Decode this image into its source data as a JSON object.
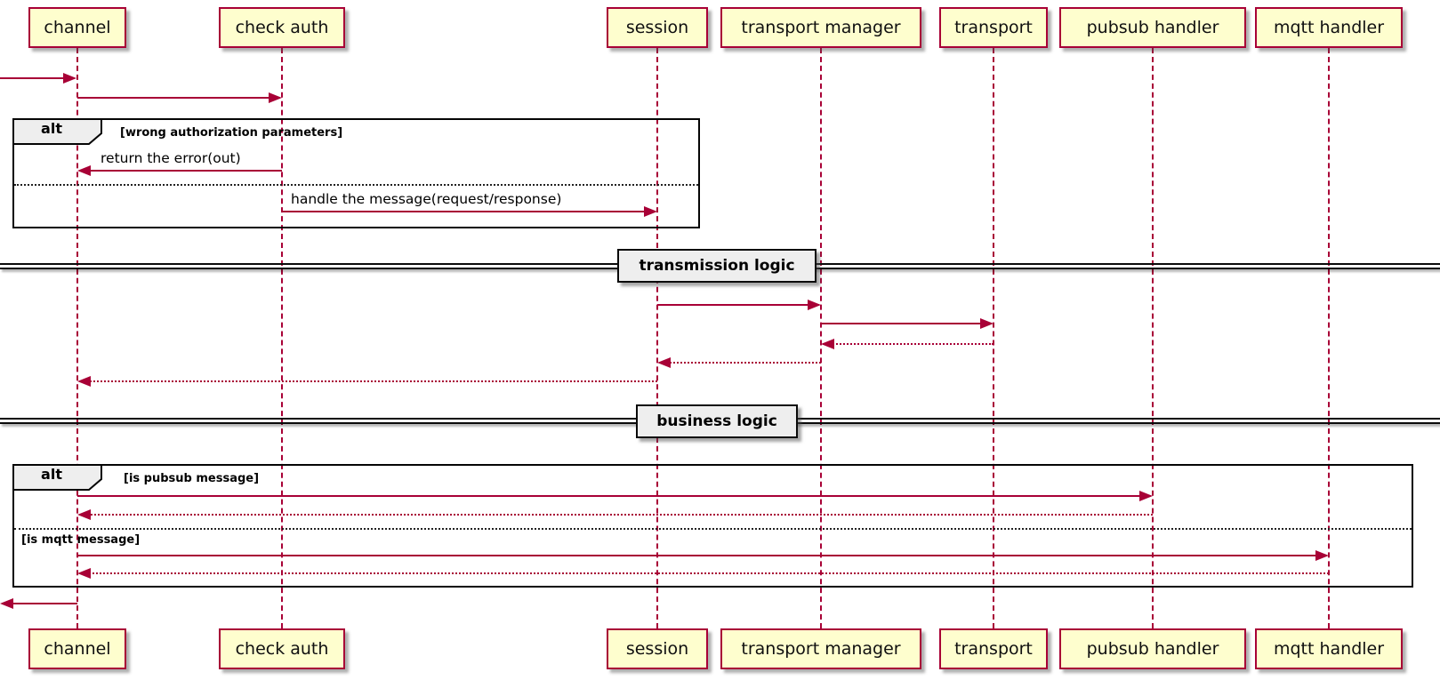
{
  "diagram": {
    "type": "sequence",
    "participants": [
      {
        "name": "channel"
      },
      {
        "name": "check auth"
      },
      {
        "name": "session"
      },
      {
        "name": "transport manager"
      },
      {
        "name": "transport"
      },
      {
        "name": "pubsub handler"
      },
      {
        "name": "mqtt handler"
      }
    ],
    "messages": [
      {
        "from": "outside-left",
        "to": "channel",
        "style": "solid"
      },
      {
        "from": "channel",
        "to": "check auth",
        "style": "solid"
      },
      {
        "from": "check auth",
        "to": "channel",
        "style": "solid",
        "label": "return the error(out)"
      },
      {
        "from": "check auth",
        "to": "session",
        "style": "solid",
        "label": "handle the message(request/response)"
      },
      {
        "from": "session",
        "to": "transport manager",
        "style": "solid"
      },
      {
        "from": "transport manager",
        "to": "transport",
        "style": "solid"
      },
      {
        "from": "transport",
        "to": "transport manager",
        "style": "return"
      },
      {
        "from": "transport manager",
        "to": "session",
        "style": "return"
      },
      {
        "from": "session",
        "to": "channel",
        "style": "return"
      },
      {
        "from": "channel",
        "to": "pubsub handler",
        "style": "solid"
      },
      {
        "from": "pubsub handler",
        "to": "channel",
        "style": "return"
      },
      {
        "from": "channel",
        "to": "mqtt handler",
        "style": "solid"
      },
      {
        "from": "mqtt handler",
        "to": "channel",
        "style": "return"
      },
      {
        "from": "channel",
        "to": "outside-left",
        "style": "solid"
      }
    ],
    "fragments": [
      {
        "operator": "alt",
        "guard": "[wrong authorization parameters]"
      },
      {
        "operator": "alt",
        "guard_top": "[is pubsub message]",
        "guard_bottom": "[is mqtt message]"
      }
    ],
    "dividers": [
      {
        "label": "transmission logic"
      },
      {
        "label": "business logic"
      }
    ],
    "colors": {
      "participant_fill": "#FEFECE",
      "participant_border": "#A80036",
      "arrow": "#A80036",
      "fragment_border": "#000000",
      "fragment_header_fill": "#EEEEEE",
      "divider_label_fill": "#EEEEEE"
    }
  }
}
